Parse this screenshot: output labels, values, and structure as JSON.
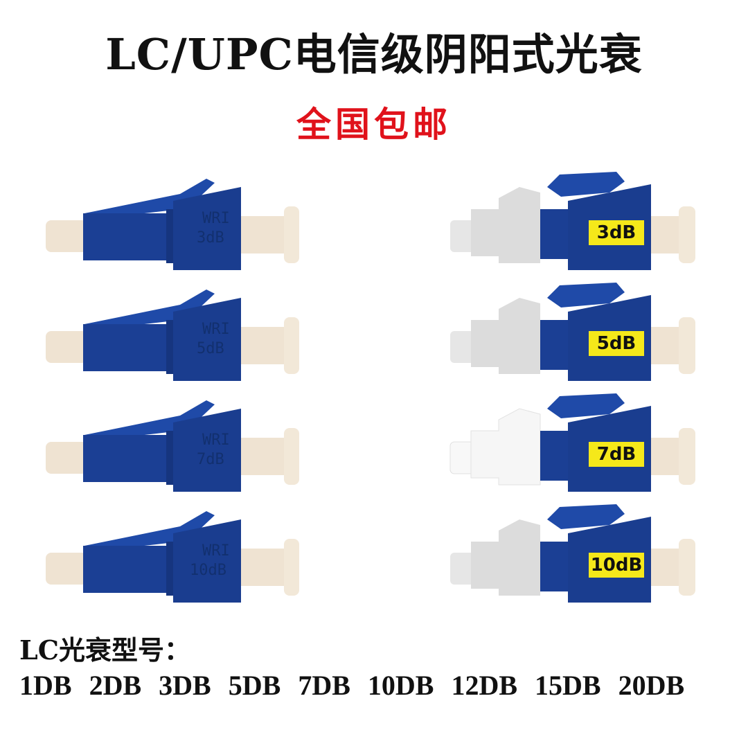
{
  "title": "LC/UPC电信级阴阳式光衰",
  "subtitle": "全国包邮",
  "colors": {
    "title": "#111111",
    "subtitle": "#e0121b",
    "connector_blue": "#1b3f94",
    "ceramic_ferrule": "#efe3d2",
    "label_yellow": "#f5e81a",
    "grey_housing": "#dcdcdc"
  },
  "products_left": [
    {
      "brand": "WRI",
      "rating": "3dB"
    },
    {
      "brand": "WRI",
      "rating": "5dB"
    },
    {
      "brand": "WRI",
      "rating": "7dB"
    },
    {
      "brand": "WRI",
      "rating": "10dB"
    }
  ],
  "products_right": [
    {
      "rating": "3dB",
      "housing": "grey"
    },
    {
      "rating": "5dB",
      "housing": "grey"
    },
    {
      "rating": "7dB",
      "housing": "white"
    },
    {
      "rating": "10dB",
      "housing": "grey"
    }
  ],
  "models": {
    "heading": "LC光衰型号：",
    "list": [
      "1DB",
      "2DB",
      "3DB",
      "5DB",
      "7DB",
      "10DB",
      "12DB",
      "15DB",
      "20DB"
    ]
  }
}
